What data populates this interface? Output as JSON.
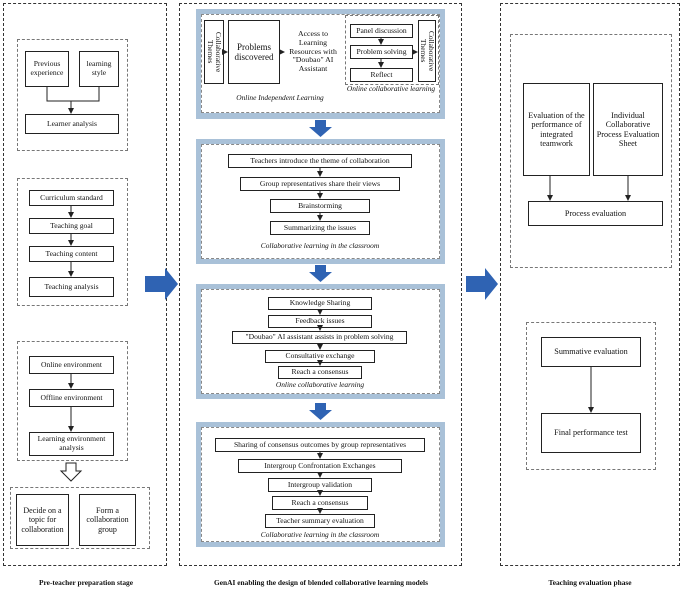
{
  "left": {
    "stage_label": "Pre-teacher preparation stage",
    "learner": {
      "previous": "Previous experience",
      "style": "learning style",
      "analysis": "Learner analysis"
    },
    "teaching": {
      "curriculum": "Curriculum standard",
      "goal": "Teaching goal",
      "content": "Teaching content",
      "analysis": "Teaching analysis"
    },
    "environment": {
      "online": "Online environment",
      "offline": "Offline environment",
      "analysis": "Learning environment analysis"
    },
    "decide_topic": "Decide on a topic for collaboration",
    "form_group": "Form a collaboration group"
  },
  "middle": {
    "stage_label": "GenAI enabling the design of blended collaborative learning models",
    "panel1": {
      "themes_left": "Collaborative Themes",
      "problems": "Problems discovered",
      "access": "Access to Learning Resources with \"Doubao\" AI Assistant",
      "caption_left": "Online Independent Learning",
      "panel_discussion": "Panel discussion",
      "problem_solving": "Problem solving",
      "reflect": "Reflect",
      "themes_right": "Collaborative Themes",
      "caption_right": "Online collaborative learning"
    },
    "panel2": {
      "steps": [
        "Teachers introduce the theme of collaboration",
        "Group representatives share their views",
        "Brainstorming",
        "Summarizing the issues"
      ],
      "caption": "Collaborative learning in the classroom"
    },
    "panel3": {
      "steps": [
        "Knowledge Sharing",
        "Feedback issues",
        "\"Doubao\" AI assistant assists in problem solving",
        "Consultative exchange",
        "Reach a consensus"
      ],
      "caption": "Online collaborative learning"
    },
    "panel4": {
      "steps": [
        "Sharing of consensus outcomes by group representatives",
        "Intergroup Confrontation Exchanges",
        "Intergroup validation",
        "Reach a consensus",
        "Teacher summary evaluation"
      ],
      "caption": "Collaborative learning in the classroom"
    }
  },
  "right": {
    "stage_label": "Teaching evaluation phase",
    "evaluation_integrated": "Evaluation of the performance of integrated teamwork",
    "individual_sheet": "Individual Collaborative Process Evaluation Sheet",
    "process_evaluation": "Process evaluation",
    "summative": "Summative evaluation",
    "final_test": "Final performance test"
  },
  "colors": {
    "panel_fill": "#a9c1d8",
    "arrow_blue": "#2f63b3",
    "line": "#222222"
  }
}
